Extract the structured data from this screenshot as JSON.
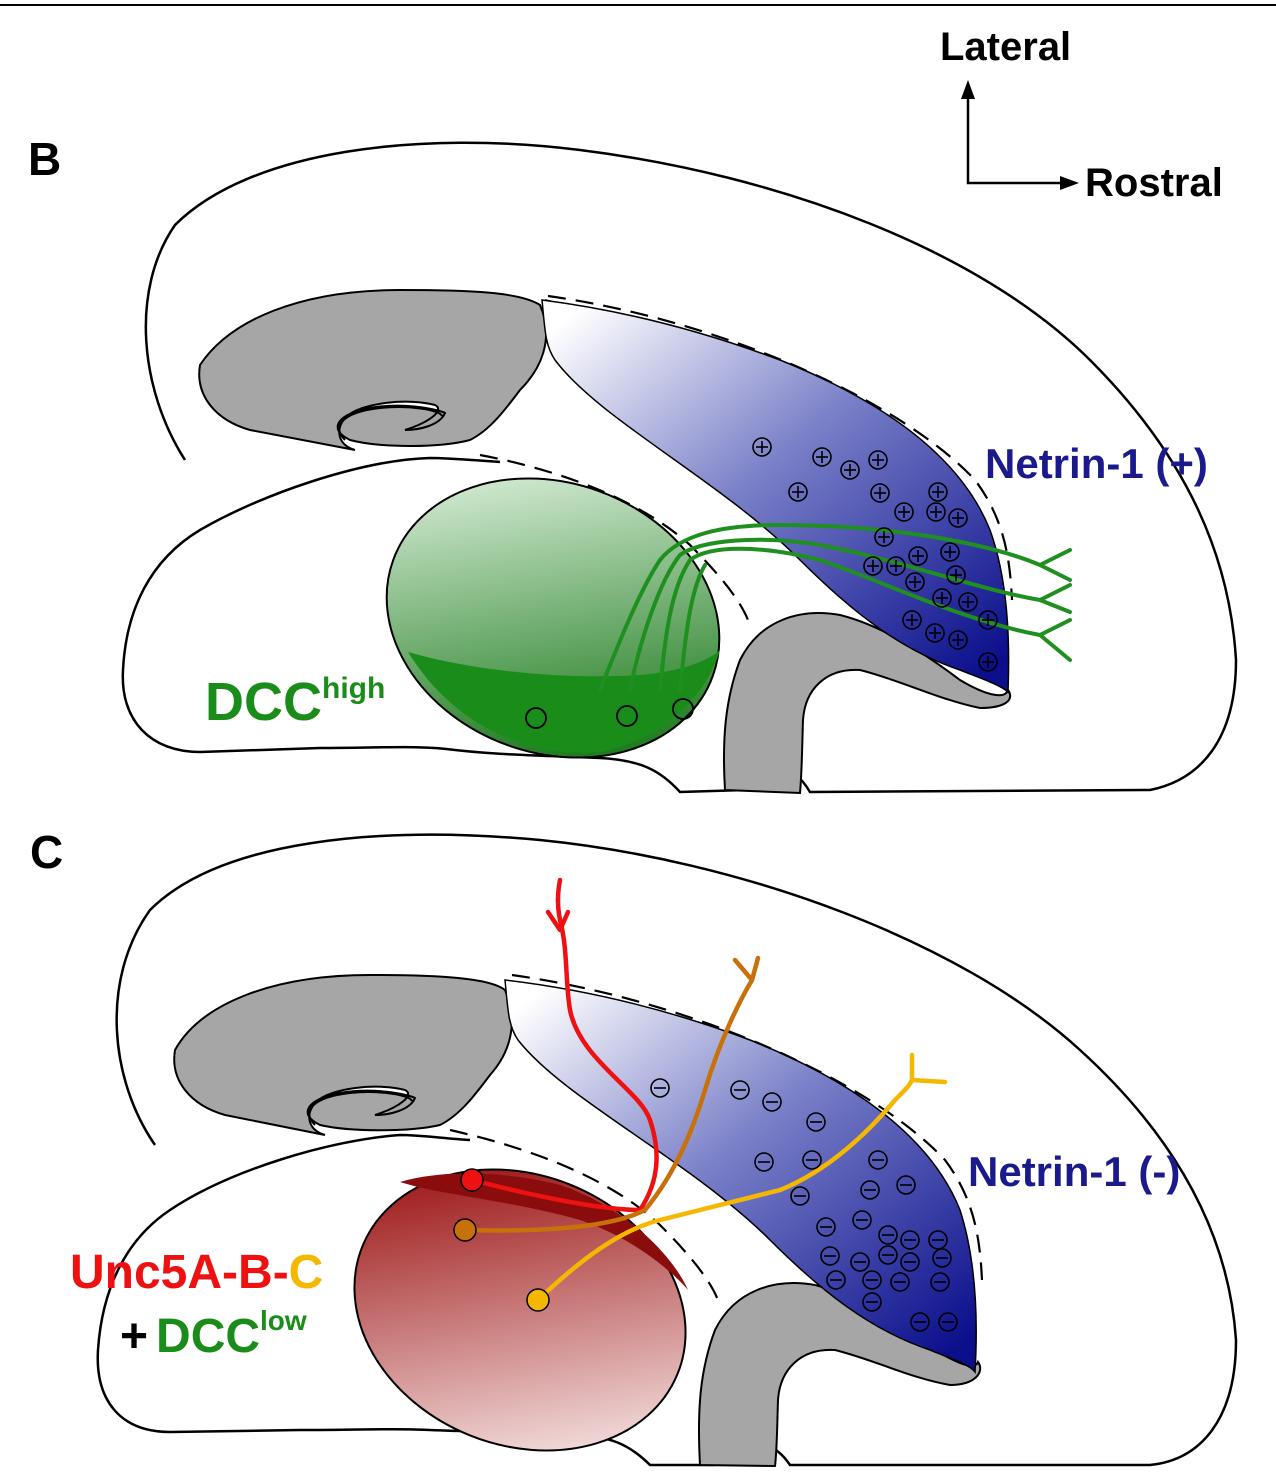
{
  "orientation": {
    "lateral": "Lateral",
    "rostral": "Rostral"
  },
  "panel_b": {
    "letter": "B",
    "netrin_label": "Netrin-1 (+)",
    "dcc_label": "DCC",
    "dcc_superscript": "high",
    "gradient_symbol": "⊕"
  },
  "panel_c": {
    "letter": "C",
    "netrin_label": "Netrin-1 (-)",
    "unc_part1": "Unc5A-B-",
    "unc_part2": "C",
    "plus": "+",
    "dcc_label": "DCC",
    "dcc_superscript": "low",
    "gradient_symbol": "⊖"
  },
  "colors": {
    "gray_structure": "#a6a6a6",
    "netrin_blue": "#1a1a8c",
    "dcc_green": "#1a8c1a",
    "axon_green": "#1f8f1f",
    "unc5a_red": "#ee1111",
    "unc5b_brown": "#c8700a",
    "unc5c_yellow": "#f5b800",
    "nucleus_red": "#a01515"
  }
}
